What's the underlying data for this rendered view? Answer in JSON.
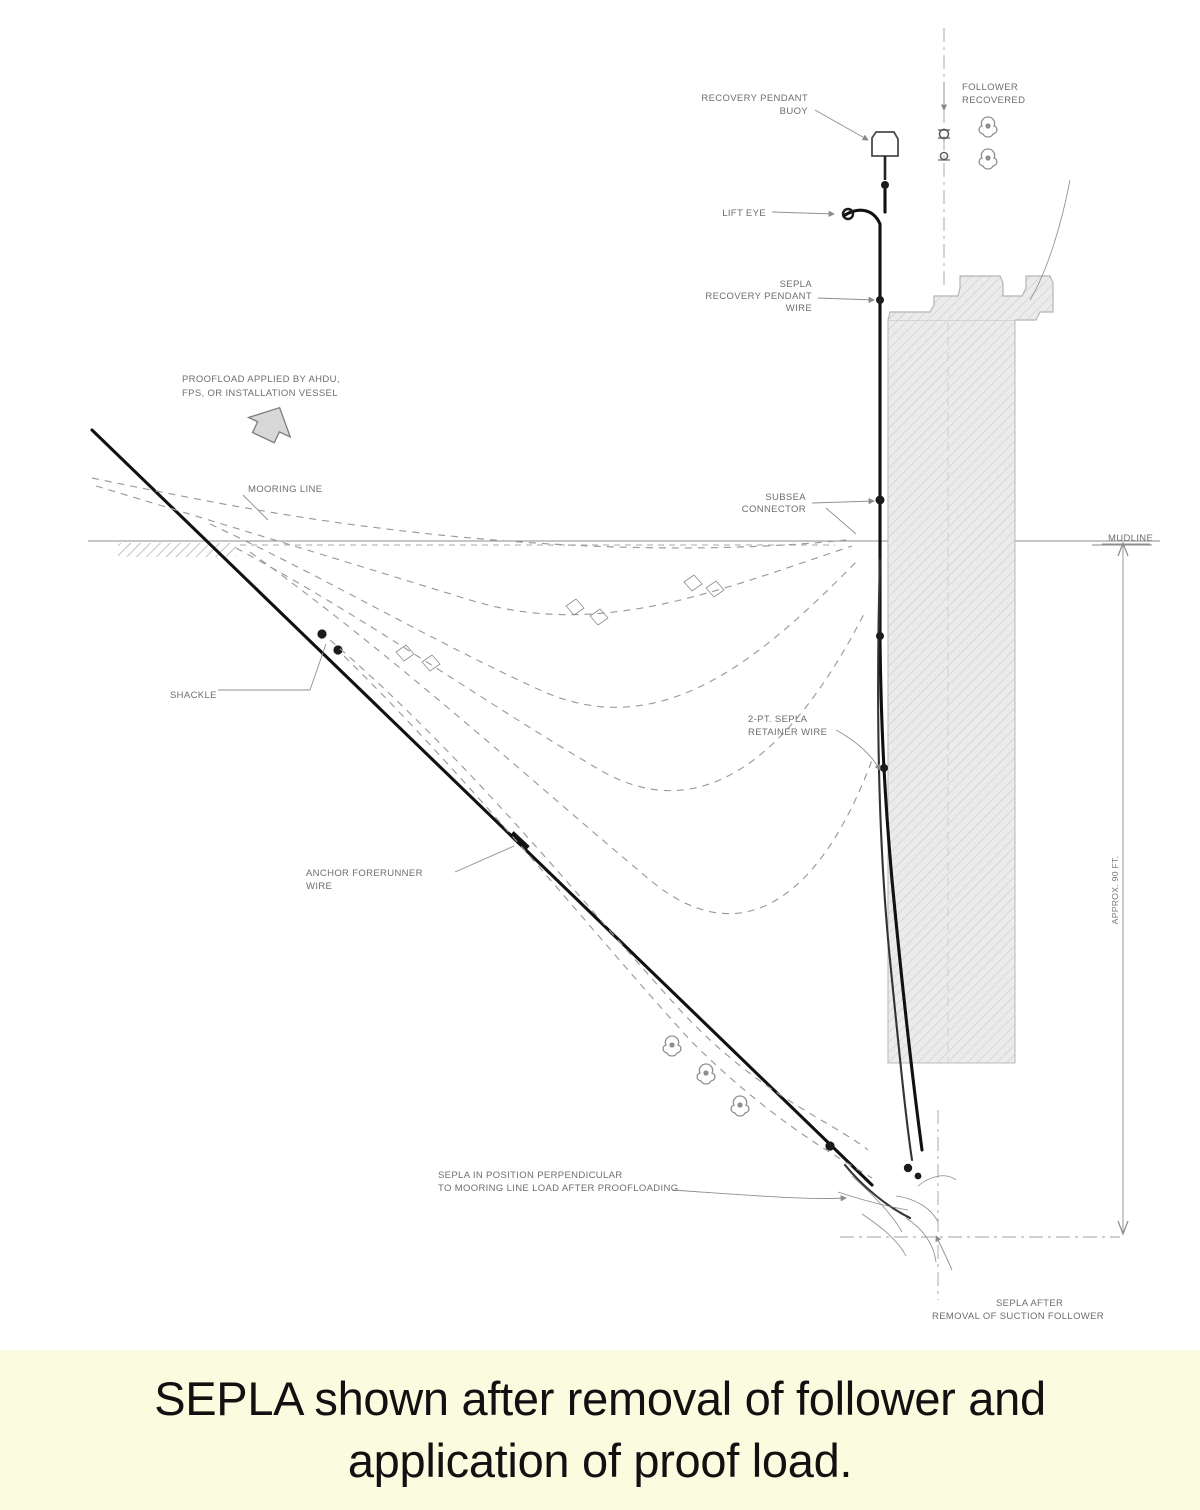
{
  "document": {
    "type": "engineering-diagram",
    "title": "SEPLA installation sequence diagram",
    "background_color": "#ffffff",
    "caption_background_color": "#fbfbdf",
    "line_color": "#111111",
    "annotation_color": "#8a8a8a",
    "hatch_fill_color": "#e3e3e3"
  },
  "caption": {
    "line1": "SEPLA shown after removal of follower and",
    "line2": "application of proof load."
  },
  "labels": {
    "recovery_pendant_buoy": {
      "line1": "RECOVERY PENDANT",
      "line2": "BUOY"
    },
    "follower_recovered": {
      "line1": "FOLLOWER",
      "line2": "RECOVERED"
    },
    "lift_eye": {
      "line1": "LIFT EYE"
    },
    "sepla_recovery_pendant_wire": {
      "line1": "SEPLA",
      "line2": "RECOVERY PENDANT",
      "line3": "WIRE"
    },
    "proofload_note": {
      "line1": "PROOFLOAD APPLIED BY AHDU,",
      "line2": "FPS, OR INSTALLATION VESSEL"
    },
    "mooring_line": {
      "line1": "MOORING LINE"
    },
    "subsea_connector": {
      "line1": "SUBSEA",
      "line2": "CONNECTOR"
    },
    "mudline": {
      "line1": "MUDLINE"
    },
    "shackle": {
      "line1": "SHACKLE"
    },
    "retainer_wire": {
      "line1": "2-PT. SEPLA",
      "line2": "RETAINER WIRE"
    },
    "anchor_forerunner_wire": {
      "line1": "ANCHOR FORERUNNER",
      "line2": "WIRE"
    },
    "sepla_in_position": {
      "line1": "SEPLA IN POSITION PERPENDICULAR",
      "line2": "TO MOORING LINE LOAD AFTER PROOFLOADING"
    },
    "sepla_after_removal": {
      "line1": "SEPLA AFTER",
      "line2": "REMOVAL OF SUCTION FOLLOWER"
    },
    "depth_dimension": {
      "line1": "APPROX. 90 FT."
    }
  },
  "elements": {
    "suction_follower_body": "hatched vertical caisson",
    "arrow_proofload": "load direction arrow",
    "soil_flower_marks": "soil disturbance symbols"
  }
}
